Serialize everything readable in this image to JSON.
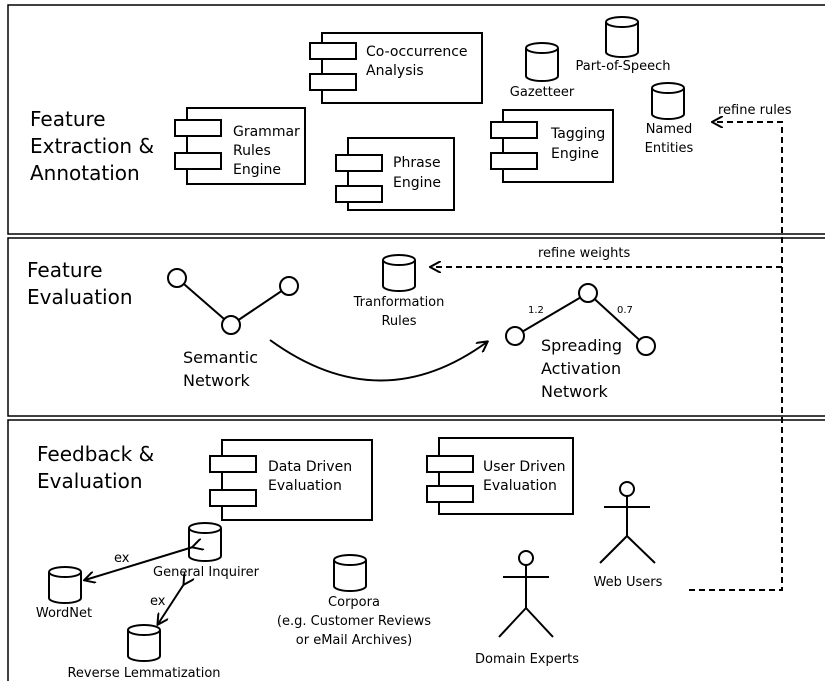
{
  "sections": [
    {
      "title_lines": [
        "Feature",
        "Extraction &",
        "Annotation"
      ]
    },
    {
      "title_lines": [
        "Feature",
        "Evaluation"
      ]
    },
    {
      "title_lines": [
        "Feedback &",
        "Evaluation"
      ]
    }
  ],
  "components": {
    "cooccurrence": [
      "Co-occurrence",
      "Analysis"
    ],
    "grammar": [
      "Grammar",
      "Rules",
      "Engine"
    ],
    "phrase": [
      "Phrase",
      "Engine"
    ],
    "tagging": [
      "Tagging",
      "Engine"
    ],
    "data_driven": [
      "Data Driven",
      "Evaluation"
    ],
    "user_driven": [
      "User Driven",
      "Evaluation"
    ]
  },
  "datastores": {
    "gazetteer": [
      "Gazetteer"
    ],
    "pos": [
      "Part-of-Speech"
    ],
    "named_entities": [
      "Named",
      "Entities"
    ],
    "transformation": [
      "Tranformation",
      "Rules"
    ],
    "general_inquirer": [
      "General Inquirer"
    ],
    "wordnet": [
      "WordNet"
    ],
    "reverse_lemmatization": [
      "Reverse Lemmatization"
    ],
    "corpora": [
      "Corpora",
      "(e.g. Customer Reviews",
      "or eMail Archives)"
    ]
  },
  "networks": {
    "semantic": [
      "Semantic",
      "Network"
    ],
    "spreading": [
      "Spreading",
      "Activation",
      "Network"
    ],
    "weight_left": "1.2",
    "weight_right": "0.7"
  },
  "actors": {
    "web_users": "Web Users",
    "domain_experts": "Domain Experts"
  },
  "edges": {
    "refine_rules": "refine rules",
    "refine_weights": "refine weights",
    "ex_top": "ex",
    "ex_bottom": "ex"
  }
}
